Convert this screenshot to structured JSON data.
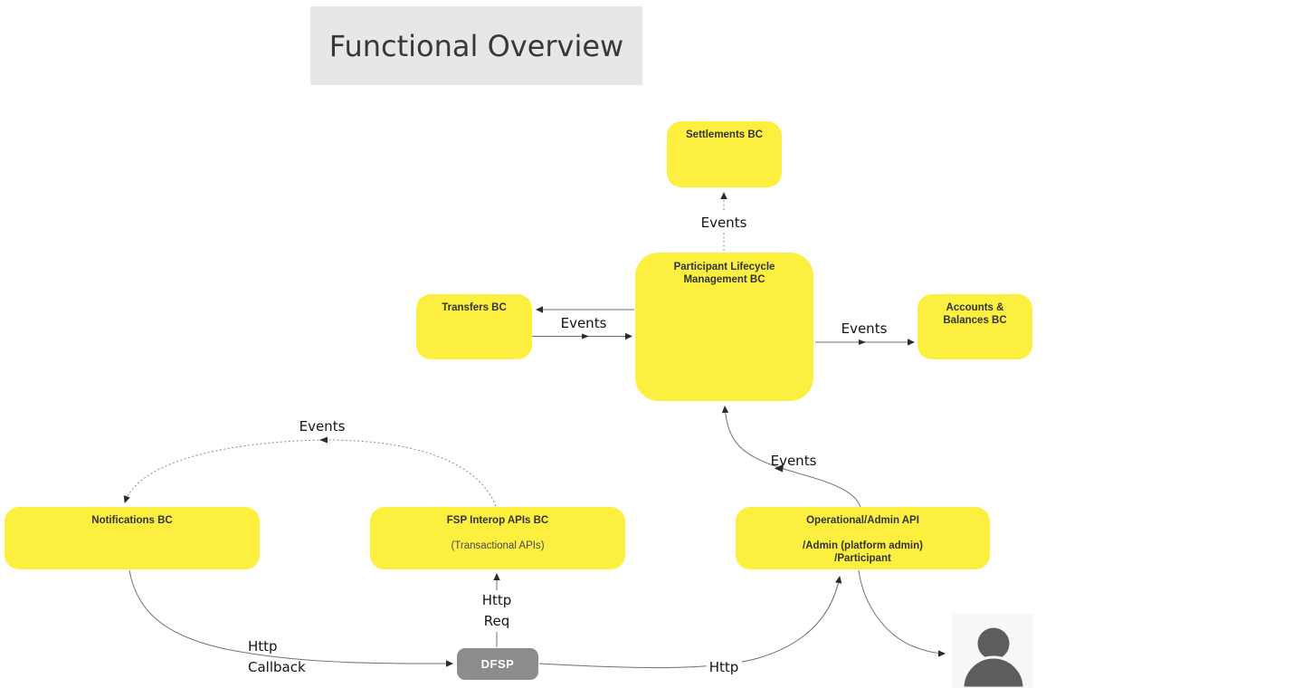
{
  "title": "Functional Overview",
  "nodes": {
    "settlements": {
      "label": "Settlements BC"
    },
    "participant_lifecycle": {
      "label": "Participant Lifecycle Management BC"
    },
    "transfers": {
      "label": "Transfers BC"
    },
    "accounts_balances": {
      "label": "Accounts & Balances BC"
    },
    "notifications": {
      "label": "Notifications BC"
    },
    "fsp_interop": {
      "label": "FSP Interop APIs BC",
      "sublabel": "(Transactional APIs)"
    },
    "operational_admin": {
      "label": "Operational/Admin API",
      "sublabel_1": "/Admin (platform admin)",
      "sublabel_2": "/Participant"
    },
    "dfsp": {
      "label": "DFSP"
    }
  },
  "edges": {
    "plm_to_settlements": {
      "label": "Events"
    },
    "plm_transfers_bidirectional": {
      "label": "Events"
    },
    "plm_to_accounts_balances": {
      "label": "Events"
    },
    "fsp_interop_to_notifications": {
      "label": "Events"
    },
    "admin_api_to_plm": {
      "label": "Events"
    },
    "dfsp_to_fsp_interop": {
      "label_line1": "Http",
      "label_line2": "Req"
    },
    "notifications_to_dfsp": {
      "label_line1": "Http",
      "label_line2": "Callback"
    },
    "dfsp_to_admin_api": {
      "label": "Http"
    }
  },
  "icons": {
    "person": "person-silhouette"
  },
  "colors": {
    "node_fill": "#FCEF3F",
    "dfsp_fill": "#8C8C8C",
    "title_background": "#E7E7E7",
    "person_fill": "#5D5D5D",
    "person_background": "#F7F7F7",
    "line": "#707070",
    "arrowhead": "#2B2B2B",
    "node_text": "#333333",
    "edge_label_text": "#141414"
  }
}
